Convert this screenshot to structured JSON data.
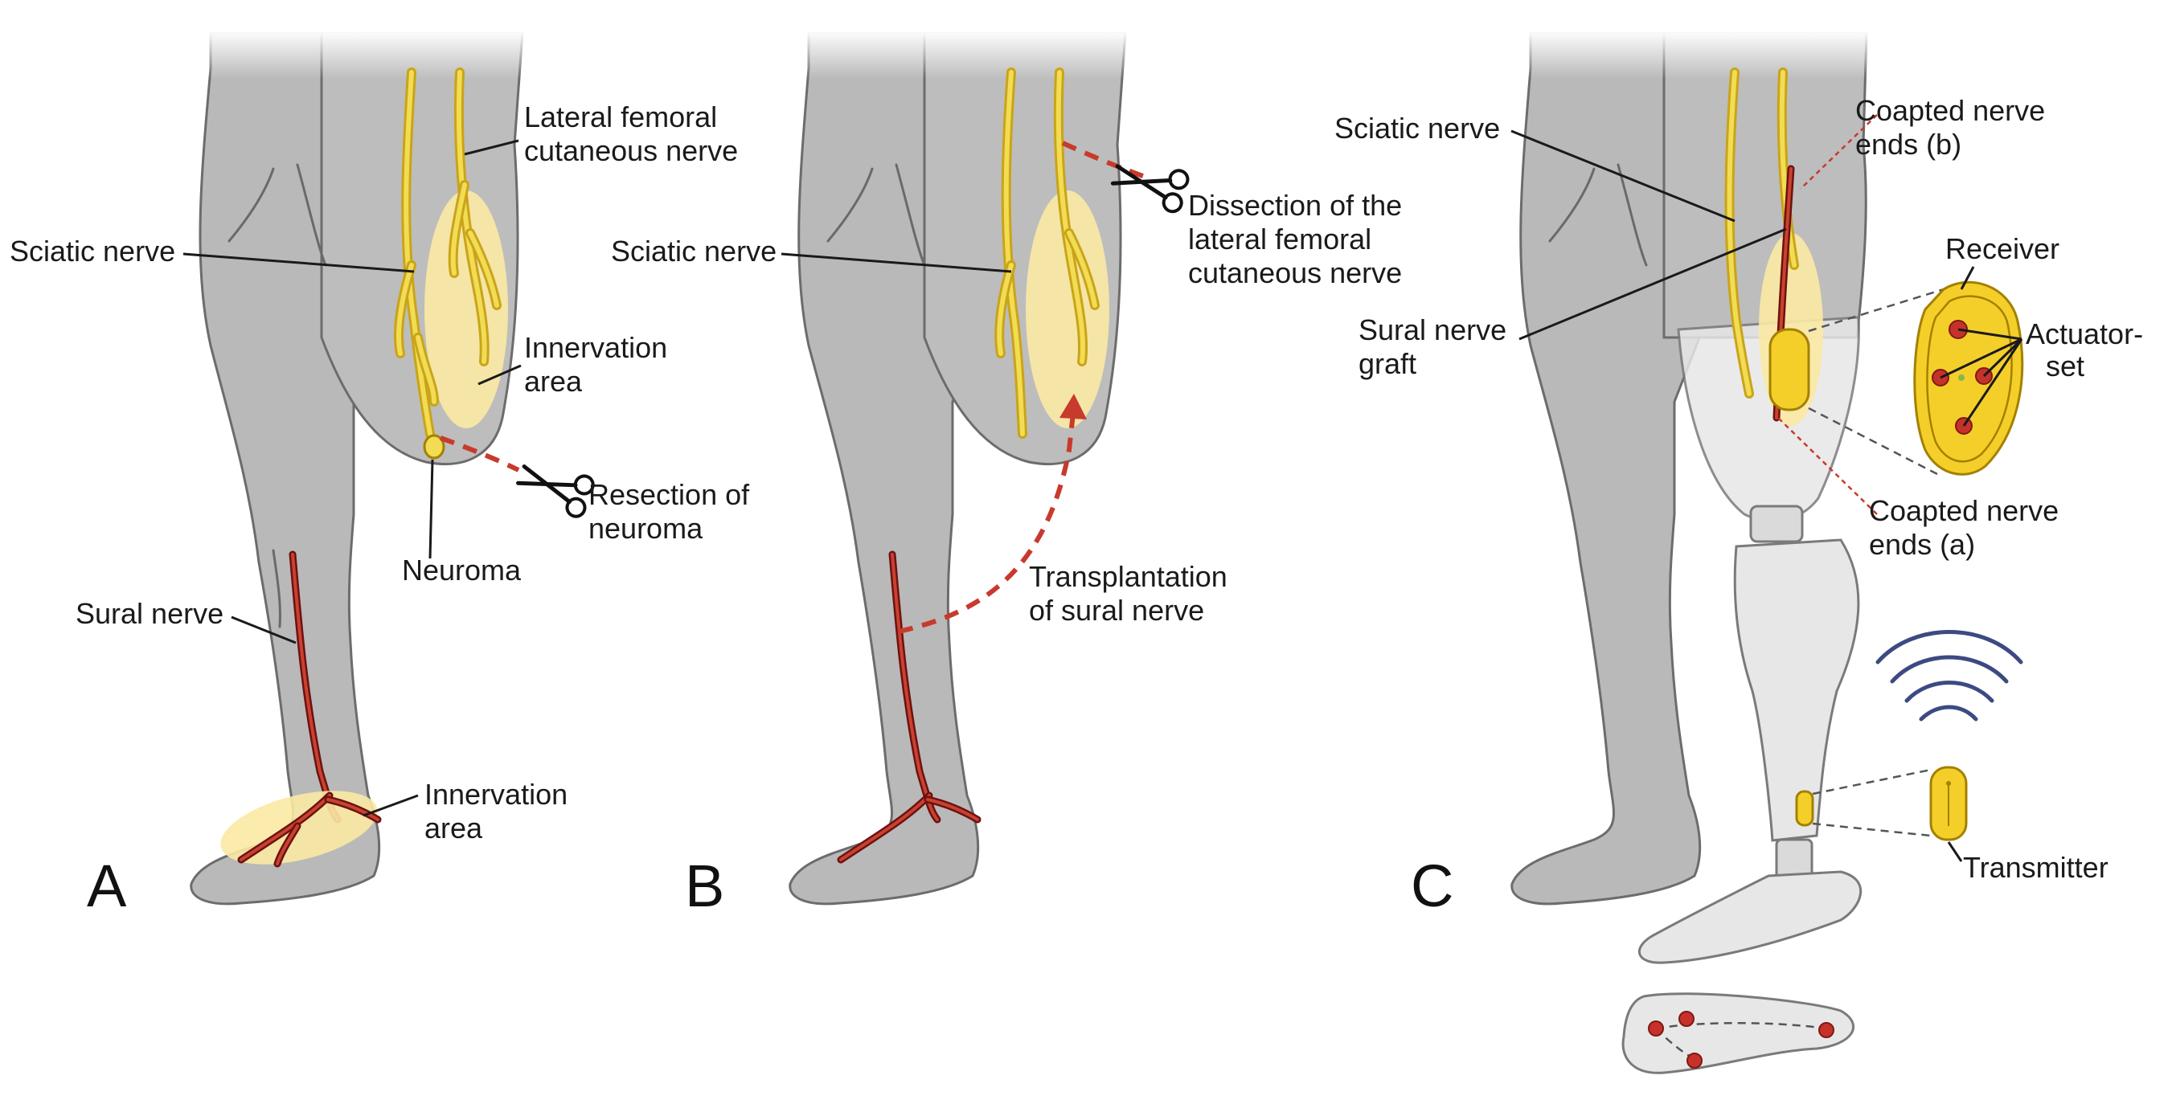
{
  "panels": {
    "a": {
      "letter": "A",
      "lateral_femoral_line1": "Lateral femoral",
      "lateral_femoral_line2": "cutaneous nerve",
      "sciatic": "Sciatic nerve",
      "innervation_line1": "Innervation",
      "innervation_line2": "area",
      "resection_line1": "Resection of",
      "resection_line2": "neuroma",
      "neuroma": "Neuroma",
      "sural": "Sural nerve",
      "foot_innervation_line1": "Innervation",
      "foot_innervation_line2": "area"
    },
    "b": {
      "letter": "B",
      "sciatic": "Sciatic nerve",
      "dissection_line1": "Dissection of the",
      "dissection_line2": "lateral femoral",
      "dissection_line3": "cutaneous nerve",
      "transplant_line1": "Transplantation",
      "transplant_line2": "of sural nerve"
    },
    "c": {
      "letter": "C",
      "sciatic": "Sciatic nerve",
      "sural_graft_line1": "Sural nerve",
      "sural_graft_line2": "graft",
      "coapted_b_line1": "Coapted nerve",
      "coapted_b_line2": "ends (b)",
      "receiver": "Receiver",
      "actuator_line1": "Actuator-",
      "actuator_line2": "set",
      "coapted_a_line1": "Coapted nerve",
      "coapted_a_line2": "ends (a)",
      "transmitter": "Transmitter"
    }
  },
  "colors": {
    "skin": "#b9b9b9",
    "nerve_yellow": "#f2dc53",
    "nerve_red": "#c8422f",
    "innervation_area": "#fbe9a3",
    "device_yellow": "#f4cf2a",
    "signal_waves": "#3d4a82"
  },
  "icons": [
    "scissors-icon",
    "scissors-icon",
    "wireless-signal-icon"
  ]
}
